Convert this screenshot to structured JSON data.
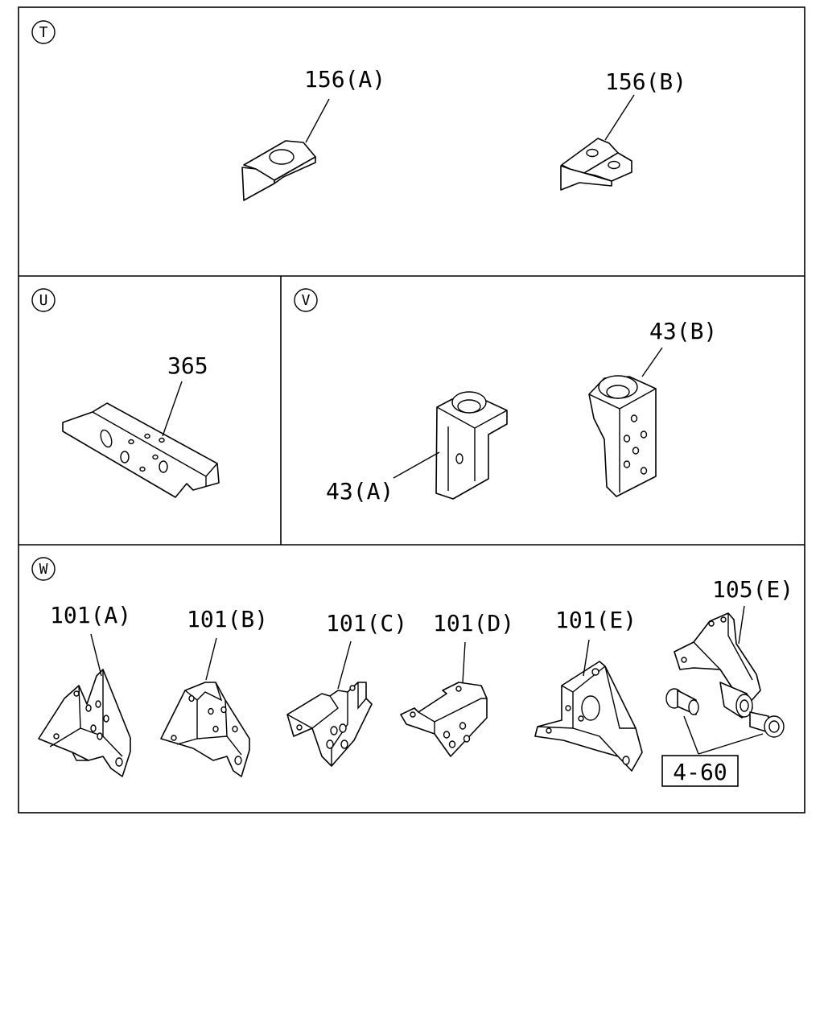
{
  "sections": {
    "t": {
      "letter": "T"
    },
    "u": {
      "letter": "U"
    },
    "v": {
      "letter": "V"
    },
    "w": {
      "letter": "W"
    }
  },
  "callouts": {
    "c156a": "156(A)",
    "c156b": "156(B)",
    "c365": "365",
    "c43a": "43(A)",
    "c43b": "43(B)",
    "c101a": "101(A)",
    "c101b": "101(B)",
    "c101c": "101(C)",
    "c101d": "101(D)",
    "c101e": "101(E)",
    "c105e": "105(E)",
    "ref460": "4-60"
  }
}
